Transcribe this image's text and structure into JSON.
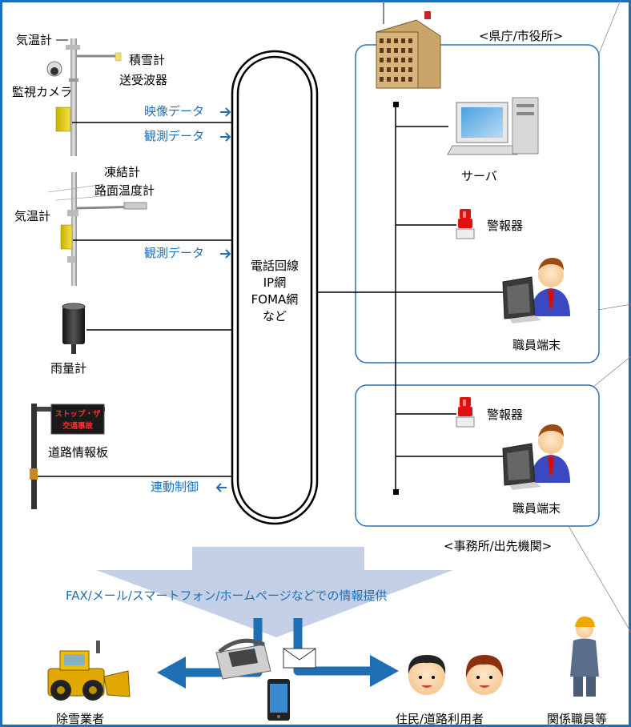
{
  "labels": {
    "kion1": "気温計",
    "camera": "監視カメラ",
    "sekisetsu": "積雪計",
    "soujuha": "送受波器",
    "eizo": "映像データ",
    "kansoku1": "観測データ",
    "touketsu": "凍結計",
    "romen": "路面温度計",
    "kion2": "気温計",
    "kansoku2": "観測データ",
    "uryo": "雨量計",
    "board_line1": "ストップ・ザ",
    "board_line2": "交通事故",
    "doro": "道路情報板",
    "rendo": "連動制御",
    "net1": "電話回線",
    "net2": "IP網",
    "net3": "FOMA網",
    "net4": "など",
    "kencho": "<県庁/市役所>",
    "server": "サーバ",
    "keihou1": "警報器",
    "shokuin1": "職員端末",
    "keihou2": "警報器",
    "shokuin2": "職員端末",
    "jimusho": "<事務所/出先機関>",
    "joho": "FAX/メール/スマートフォン/ホームページなどでの情報提供",
    "josetsu": "除雪業者",
    "jumin": "住民/道路利用者",
    "kankei": "関係職員等"
  },
  "colors": {
    "frame": "#1f6fb5",
    "accent_text": "#1f6fb5",
    "office_border": "#2a70b8",
    "arrow_blue": "#1f6fb5",
    "info_arrow": "#c4d0e6"
  }
}
